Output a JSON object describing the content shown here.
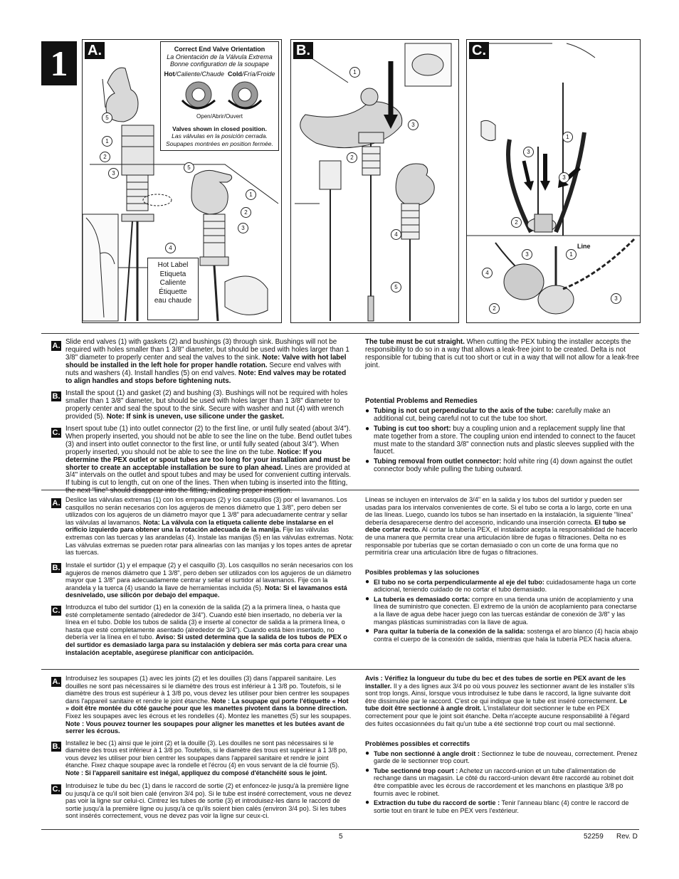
{
  "step": "1",
  "panels": {
    "a": "A.",
    "b": "B.",
    "c": "C."
  },
  "orientation": {
    "title": "Correct End Valve Orientation",
    "title_es": "La Orientación de la Válvula Extrema",
    "title_fr": "Bonne configuration de la soupape",
    "hot": "Hot",
    "hot_rest": "/Caliente/Chaude",
    "cold": "Cold",
    "cold_rest": "/Fría/Froide",
    "open": "Open/Abrir/Ouvert",
    "closed": "Valves shown in closed position.",
    "closed_es": "Las válvulas en la posición cerrada.",
    "closed_fr": "Soupapes montrées en position fermée."
  },
  "hot_label": {
    "line1": "Hot Label",
    "line2": "Etiqueta",
    "line3": "Caliente",
    "line4": "Étiquette",
    "line5": "eau chaude"
  },
  "line_label": "Line",
  "en": {
    "a_1": "Slide end valves (1) with gaskets (2) and bushings (3) through sink. Bushings will not be required with holes smaller than 1 3/8\" diameter, but should be used with holes larger than 1 3/8\" diameter to properly center and seal the valves to the sink. ",
    "a_b1": "Note: Valve with hot label should be installed in the left hole for proper handle rotation.",
    "a_2": " Secure end valves with nuts and washers (4). Install handles (5) on end valves. ",
    "a_b2": "Note: End valves may be rotated to align handles and stops before tightening nuts.",
    "b_1": "Install the spout (1) and gasket (2) and bushing (3). Bushings will not be required with holes smaller than 1 3/8\" diameter, but should be used with holes larger than 1 3/8\" diameter to properly center and seal the spout to the sink. Secure with washer and nut (4) with wrench provided (5). ",
    "b_b1": "Note: If sink is uneven, use silicone under the gasket.",
    "c_1": "Insert spout tube (1) into outlet connector (2) to the first line, or until fully seated (about 3/4\"). When properly inserted, you should not be able to see the line on the tube. Bend outlet tubes (3) and insert into outlet connector to the first line, or until fully seated (about 3/4\"). When properly inserted, you should not be able to see the line on the tube. ",
    "c_b1": "Notice: If you determine the PEX outlet or spout tubes are too long for your installation and must be shorter to create an acceptable installation be sure to plan ahead.",
    "c_2": " Lines are provided at 3/4\" intervals on the outlet and spout tubes and may be used for convenient cutting intervals. If tubing is cut to length, cut on one of the lines. Then when tubing is inserted into the fitting, the next \"line\" should disappear into the fitting, indicating proper insertion. ",
    "c_b2": "The tube must be cut straight.",
    "c_3": " When cutting the PEX tubing the installer accepts the responsibility to do so in a way that allows a leak-free joint to be created. Delta is not responsible for tubing that is cut too short or cut in a way that will not allow for a leak-free joint.",
    "problems": "Potential Problems and Remedies",
    "p1_b": "Tubing is not cut perpendicular to the axis of the tube:",
    "p1": " carefully make an additional cut, being careful not to cut the tube too short.",
    "p2_b": "Tubing is cut too short:",
    "p2": " buy a coupling union and a replacement supply line that mate together from a store. The coupling union end intended to connect to the faucet must mate to the standard 3/8\" connection nuts and plastic sleeves supplied with the faucet.",
    "p3_b": "Tubing removal from outlet connector:",
    "p3": " hold white ring (4) down against the outlet connector body while pulling the tubing outward."
  },
  "es": {
    "a_1": "Deslice las válvulas extremas (1) con los empaques (2) y los casquillos (3) por el lavamanos. Los casquillos no serán necesarios con los agujeros de menos diámetro que 1 3/8\", pero deben ser utilizados con los agujeros de un diámetro mayor que 1 3/8\" para adecuadamente centrar y sellar las válvulas al lavamanos. ",
    "a_b1": "Nota: La válvula con la etiqueta caliente debe instalarse en el orificio izquierdo para obtener una la rotación adecuada de la manija.",
    "a_2": " Fije las válvulas extremas con las tuercas y las arandelas (4). Instale las manijas (5) en las válvulas extremas. Nota: Las válvulas extremas se pueden rotar para alinearlas con las manijas y los topes antes de apretar las tuercas.",
    "b_1": "Instale el surtidor (1) y el empaque (2) y el casquillo (3). Los casquillos no serán necesarios con los agujeros de menos diámetro que 1 3/8\", pero deben ser utilizados con los agujeros de un diámetro mayor que 1 3/8\" para adecuadamente centrar y sellar el surtidor al lavamanos. Fije con la arandela y la tuerca (4) usando la llave de herramientas incluida (5). ",
    "b_b1": "Nota: Si el lavamanos está desnivelado, use silicón por debajo del empaque.",
    "c_1": "Introduzca el tubo del surtidor (1) en la conexión de la salida (2) a la primera línea, o hasta que esté completamente sentado (alrededor de 3/4\"). Cuando esté bien insertado, no debería ver la línea en el tubo. Doble los tubos de salida (3) e inserte al conector de salida a la primera línea, o hasta que esté completamente asentado (alrededor de 3/4\"). Cuando está bien insertado, no debería ver la línea en el tubo. ",
    "c_b1": "Aviso: Si usted determina que la salida de los tubos de PEX o del surtidor es demasiado larga para su instalación y debiera ser más corta para crear una instalación aceptable, asegúrese planificar con anticipación.",
    "c_2": " Líneas se incluyen en intervalos de 3/4\" en la salida  y los tubos del surtidor y pueden ser usadas para los intervalos convenientes de corte. Si el tubo se corta a lo largo, corte en una de las líneas. Luego, cuando los tubos se han insertado en la instalación, la siguiente \"línea\" debería desaparecerse dentro del accesorio, indicando una inserción correcta. ",
    "c_b2": "El tubo se debe cortar recto.",
    "c_3": " Al cortar la tubería PEX, el instalador acepta la responsabilidad de hacerlo de una manera que permita crear una articulación libre de fugas o filtraciones. Delta no es responsable por tuberías que se cortan demasiado o con un corte de una forma que no permitiría crear una articulación libre de fugas o filtraciones.",
    "problems": "Posibles problemas y las soluciones",
    "p1_b": "El tubo no se corta perpendicularmente al eje del tubo:",
    "p1": " cuidadosamente haga un corte adicional, teniendo cuidado de no cortar el tubo demasiado.",
    "p2_b": "La tubería es demasiado corta:",
    "p2": " compre en una tienda una unión de acoplamiento y una línea de suministro que conecten. El extremo de la unión de acoplamiento para conectarse a la llave de agua debe hacer juego con las tuercas estándar de conexión de 3/8\" y las mangas plásticas suministradas con la llave de agua.",
    "p3_b": "Para quitar la tubería de la conexión de la salida:",
    "p3": " sostenga el aro blanco (4) hacia abajo contra el cuerpo de la conexión de salida, mientras que hala la tubería PEX hacia afuera."
  },
  "fr": {
    "a_1": "Introduisez les soupapes (1) avec les joints (2) et les douilles (3) dans l'appareil sanitaire. Les douilles ne sont pas nécessaires si le diamètre des trous est inférieur à 1 3/8 po. Toutefois, si le diamètre des trous est supérieur à 1 3/8 po, vous devez les utiliser pour bien centrer les soupapes dans l'appareil sanitaire et rendre le joint étanche. ",
    "a_b1": "Note : La soupape qui porte l'étiquette « Hot » doit être montée du côté gauche pour que les manettes pivotent dans la bonne direction.",
    "a_2": " Fixez les soupapes avec les écrous et les rondelles (4). Montez les manettes (5) sur les soupapes. ",
    "a_b2": "Note : Vous pouvez tourner les soupapes pour aligner les manettes et les butées avant de serrer les écrous.",
    "b_1": "Installez le bec (1) ainsi que le joint (2) et la douille (3). Les douilles ne sont pas nécessaires si le diamètre des trous est inférieur à 1 3/8 po. Toutefois, si le diamètre des trous est supérieur à 1 3/8 po, vous devez les utiliser pour bien centrer les soupapes dans l'appareil sanitaire et rendre le joint étanche. Fixez chaque soupape avec la rondelle et l'écrou (4) en vous servant de la clé fournie (5). ",
    "b_b1": "Note : Si l'appareil sanitaire est inégal, appliquez du composé d'étanchéité sous le joint.",
    "c_1": "Introduisez le tube du bec (1) dans le raccord de sortie (2) et enfoncez-le jusqu'à la première ligne ou jusqu'à ce qu'il soit bien calé (environ 3/4 po). Si le tube est inséré correctement, vous ne devez pas voir la ligne sur celui-ci. Cintrez les tubes de sortie (3) et introduisez-les dans le raccord de sortie jusqu'à la première ligne ou jusqu'à ce qu'ils soient bien calés (environ 3/4 po). Si les tubes sont insérés correctement, vous ne devez pas voir la ligne sur ceux-ci. ",
    "c_b1": "Avis : Vérifiez la longueur du tube du bec et des tubes de sortie en PEX avant de les installer.",
    "c_2": " Il y a des lignes aux 3/4 po où vous pouvez les sectionner avant de les installer s'ils sont trop longs. Ainsi, lorsque vous introduisez le tube dans le raccord, la ligne suivante doit être dissimulée par le raccord. C'est ce qui indique que le tube est inséré correctement. ",
    "c_b2": "Le tube doit être sectionné à angle droit.",
    "c_3": " L'installateur doit sectionner le tube en PEX correctement pour que le joint soit étanche. Delta n'accepte aucune responsabilité à l'égard des fuites occasionnées du fait qu'un tube a été sectionné trop court ou mal sectionné.",
    "problems": "Problèmes possibles et correctifs",
    "p1_b": "Tube non sectionné à angle droit :",
    "p1": " Sectionnez le tube de nouveau, correctement. Prenez garde de le sectionner trop court.",
    "p2_b": "Tube sectionné trop court :",
    "p2": " Achetez un raccord-union et un tube d'alimentation de rechange dans un magasin. Le côté du raccord-union devant être raccordé au robinet doit être compatible avec les écrous de raccordement et les manchons en plastique 3/8 po fournis avec le robinet.",
    "p3_b": "Extraction du tube du raccord de sortie :",
    "p3": " Tenir l'anneau blanc (4) contre le raccord de sortie tout en tirant le tube en PEX vers l'extérieur."
  },
  "footer": {
    "page": "5",
    "code": "52259",
    "rev": "Rev. D"
  },
  "callouts_a": [
    "5",
    "1",
    "2",
    "3",
    "5",
    "1",
    "2",
    "3",
    "4"
  ],
  "callouts_b": [
    "1",
    "3",
    "2",
    "4",
    "5"
  ],
  "callouts_c": [
    "1",
    "3",
    "3",
    "2",
    "3",
    "1",
    "4",
    "2",
    "3"
  ]
}
